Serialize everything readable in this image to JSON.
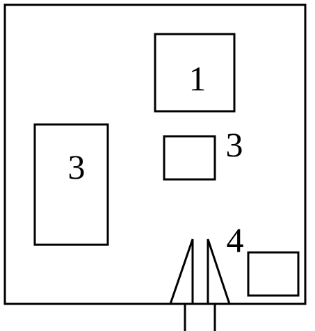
{
  "labels": {
    "box_top": "1",
    "box_mid_right": "3",
    "box_left": "3",
    "entrance": "4"
  },
  "colors": {
    "line": "#000000",
    "background": "#ffffff"
  }
}
